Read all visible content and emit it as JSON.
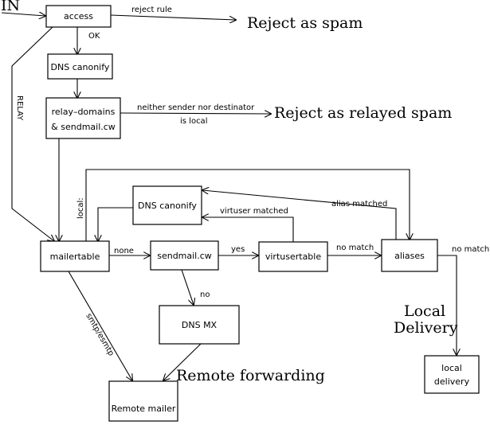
{
  "start_label": "IN",
  "nodes": {
    "access": "access",
    "dns_canonify_1": "DNS canonify",
    "relay_domains_line1": "relay–domains",
    "relay_domains_line2": "& sendmail.cw",
    "mailertable": "mailertable",
    "dns_canonify_2": "DNS canonify",
    "sendmail_cw": "sendmail.cw",
    "virtusertable": "virtusertable",
    "aliases": "aliases",
    "dns_mx": "DNS MX",
    "remote_mailer": "Remote mailer",
    "local_delivery_line1": "local",
    "local_delivery_line2": "delivery"
  },
  "outcomes": {
    "reject_spam": "Reject as spam",
    "reject_relayed": "Reject as relayed spam",
    "remote_forwarding": "Remote forwarding",
    "local_delivery_line1": "Local",
    "local_delivery_line2": "Delivery"
  },
  "edge_labels": {
    "reject_rule": "reject rule",
    "ok": "OK",
    "relay": "RELAY",
    "neither_line1": "neither sender nor destinator",
    "neither_line2": "is local",
    "local": "local:",
    "alias_matched": "alias matched",
    "virtuser_matched": "virtuser matched",
    "none": "none",
    "yes": "yes",
    "no_match_1": "no match",
    "no_match_2": "no match",
    "no": "no",
    "smtp_esmtp": "smtp/esmtp"
  }
}
